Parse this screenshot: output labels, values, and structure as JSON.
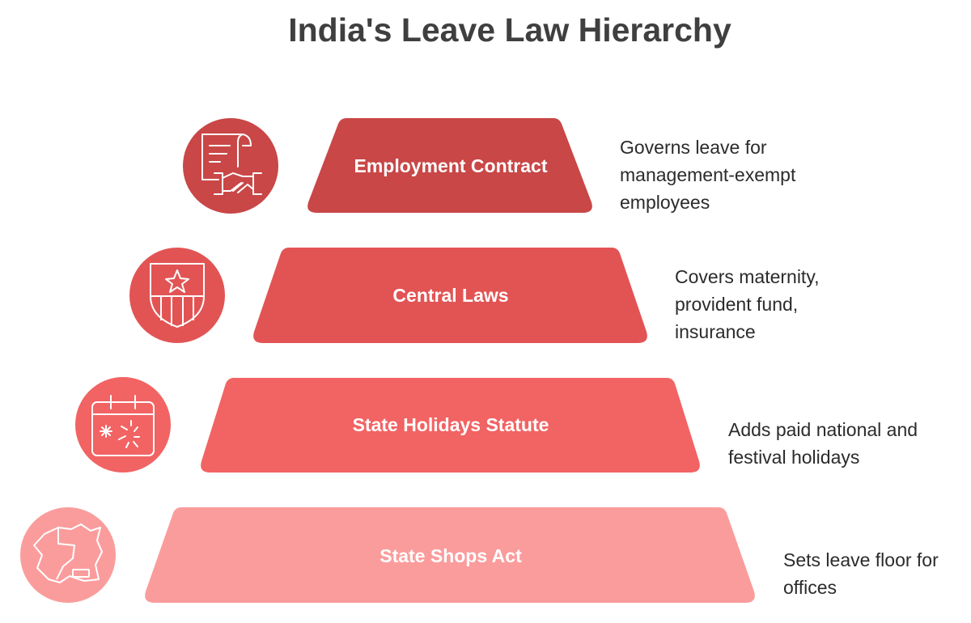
{
  "title": "India's Leave Law Hierarchy",
  "levels": [
    {
      "label": "Employment Contract",
      "description": "Governs leave for\nmanagement-exempt\nemployees",
      "icon": "contract-handshake-icon",
      "color": "#c94747"
    },
    {
      "label": "Central Laws",
      "description": "Covers maternity,\nprovident fund,\ninsurance",
      "icon": "shield-star-icon",
      "color": "#e25454"
    },
    {
      "label": "State Holidays Statute",
      "description": "Adds paid national and\nfestival holidays",
      "icon": "calendar-fireworks-icon",
      "color": "#f26363"
    },
    {
      "label": "State Shops Act",
      "description": "Sets leave floor for\noffices",
      "icon": "state-map-icon",
      "color": "#fb9c9c"
    }
  ]
}
